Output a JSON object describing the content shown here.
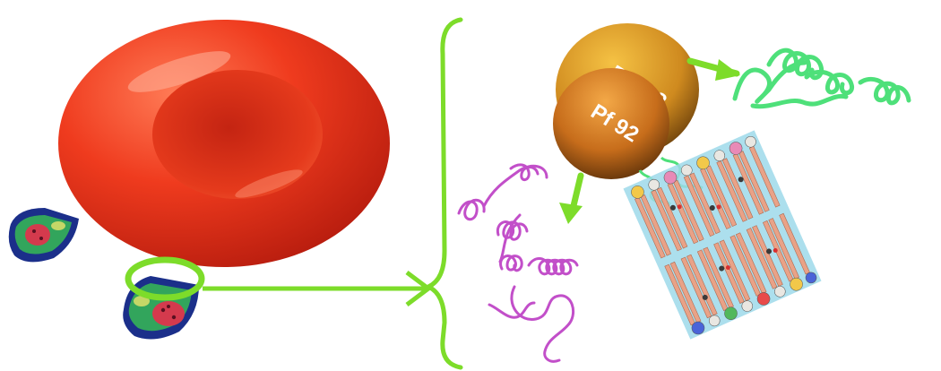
{
  "labels": {
    "pf113": "Pf 113",
    "pf92": "Pf 92"
  },
  "colors": {
    "red_blood_cell": "#e8321a",
    "arrow_green": "#7ddc2a",
    "bracket_green": "#7ddc2a",
    "protein_green": "#4ee07a",
    "protein_magenta": "#c24fc9",
    "pf113_orange": "#d8901e",
    "pf92_orange": "#c8701a",
    "membrane_bg": "#8fd3e6",
    "lipid_tail": "#e8a088"
  },
  "icons": {
    "cell": "red-blood-cell",
    "parasite": "merozoite",
    "protein_helix": "alpha-helix",
    "membrane": "lipid-bilayer"
  }
}
